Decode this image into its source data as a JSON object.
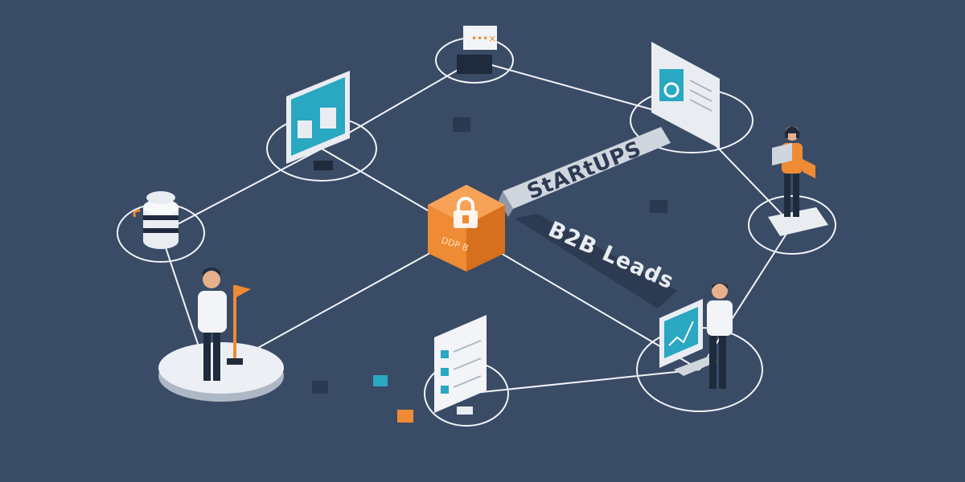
{
  "banners": {
    "startups": "StARtUPS",
    "b2b": "B2B Leads"
  },
  "hub": {
    "cube_text": "DDP  B"
  },
  "icons": {
    "hub": "lock-cube-icon",
    "top_node": "chat-password-icon",
    "left_monitor": "monitor-dashboard-icon",
    "right_doc": "lock-document-icon",
    "database": "database-stack-icon",
    "checklist": "checklist-document-icon",
    "analytics": "analytics-monitor-icon"
  },
  "colors": {
    "background": "#3a4b66",
    "accent_orange": "#ef8a35",
    "accent_teal": "#2aa7c1",
    "line": "#ffffff",
    "banner": "#cfd6de",
    "banner_dark": "#4a5a78"
  }
}
